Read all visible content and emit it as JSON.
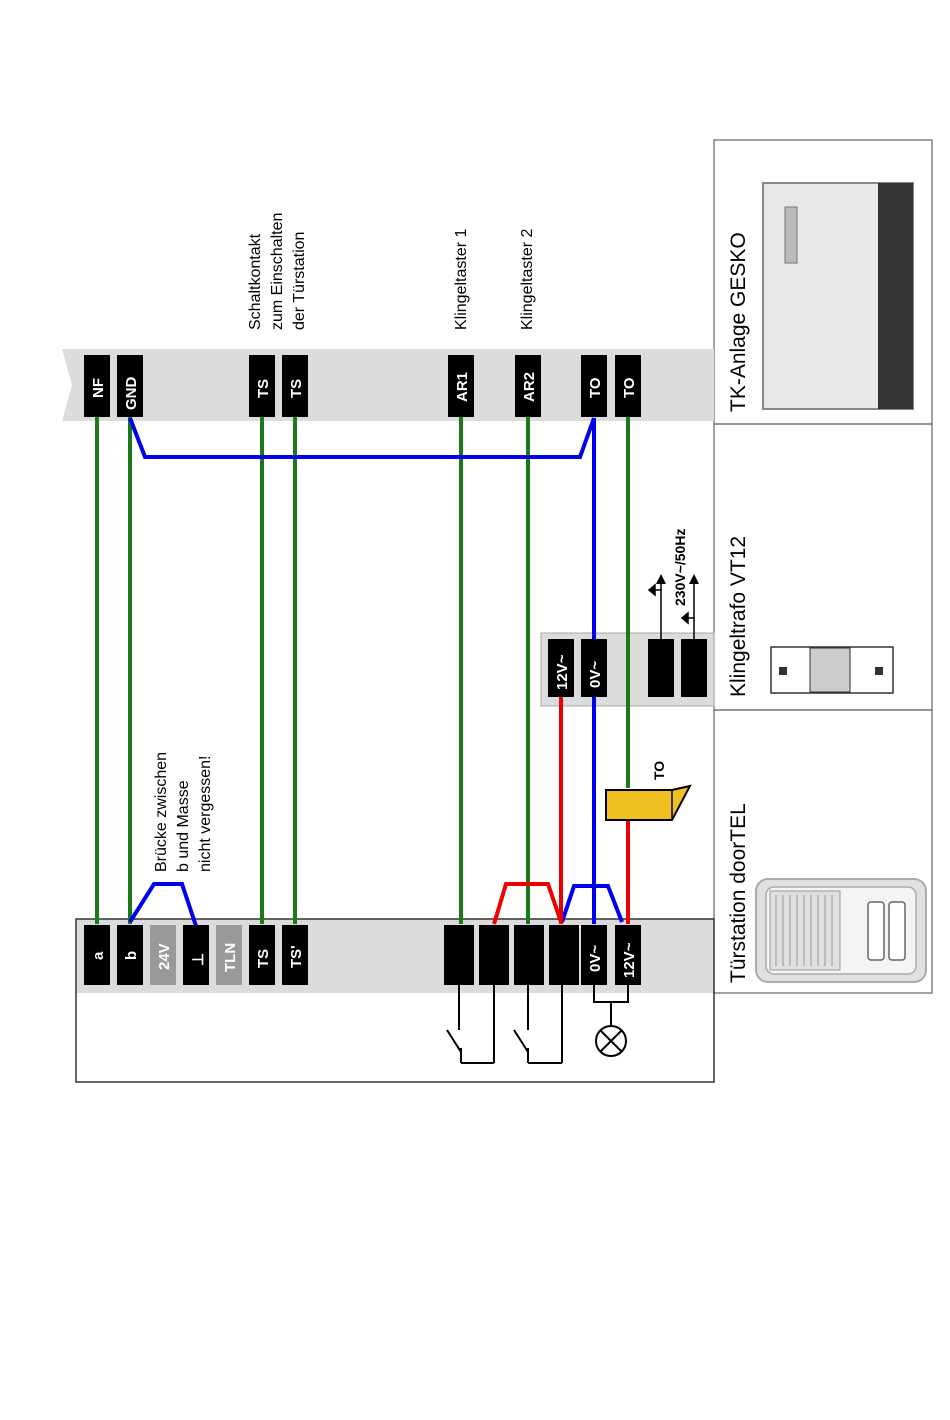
{
  "devices": {
    "gesko": "TK-Anlage GESKO",
    "vt12": "Klingeltrafo VT12",
    "doortel": "Türstation doorTEL"
  },
  "gesko_terminals": [
    "NF",
    "GND",
    "TS",
    "TS",
    "AR1",
    "AR2",
    "TO",
    "TO"
  ],
  "doortel_terminals": [
    "a",
    "b",
    "24V",
    "⊥",
    "TLN",
    "TS",
    "TS'",
    "0V~",
    "12V~"
  ],
  "vt12_terminals": [
    "12V~",
    "0V~"
  ],
  "notes": {
    "schaltkontakt": [
      "Schaltkontakt",
      "zum Einschalten",
      "der Türstation"
    ],
    "klingeltaster1": "Klingeltaster 1",
    "klingeltaster2": "Klingeltaster 2",
    "bruecke": [
      "Brücke zwischen",
      "b und Masse",
      "nicht vergessen!"
    ],
    "mains": "230V~/50Hz",
    "opener": "TO"
  },
  "colors": {
    "green": "#1a7a1a",
    "blue": "#0000ee",
    "red": "#ee0000",
    "yellow": "#f0c020",
    "strip": "#dcdcdc"
  }
}
